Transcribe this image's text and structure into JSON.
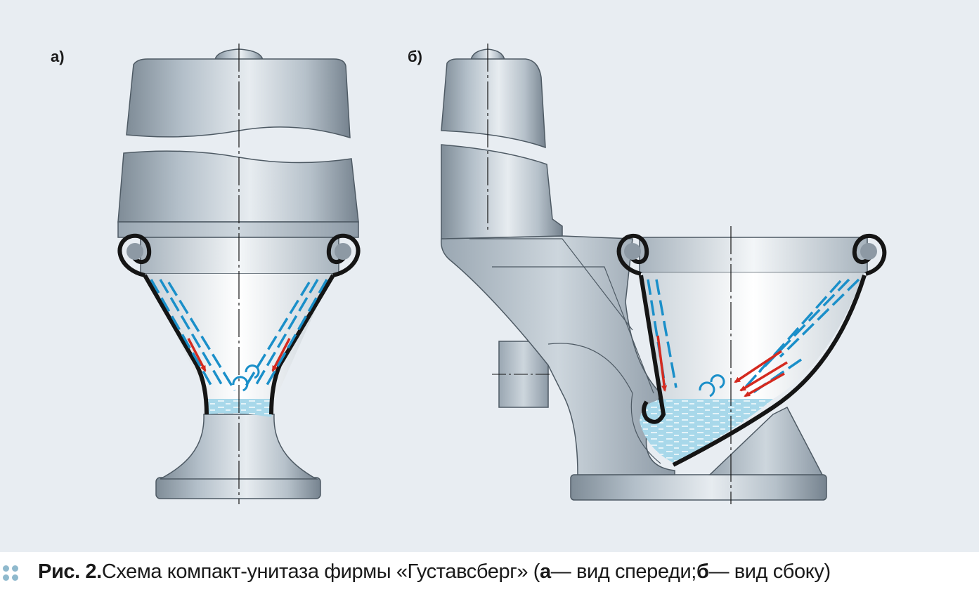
{
  "panels": {
    "a": {
      "label": "а)"
    },
    "b": {
      "label": "б)"
    }
  },
  "caption": {
    "prefix": "Рис. 2.",
    "text": " Схема компакт-унитаза фирмы «Густавсберг» (",
    "view_a_letter": "а",
    "view_a_text": " — вид спереди; ",
    "view_b_letter": "б",
    "view_b_text": " — вид сбоку)"
  },
  "colors": {
    "background": "#e8edf2",
    "porcelain": "#b9c4cd",
    "water": "#a8d8ea",
    "flow_dash": "#1a8fc9",
    "flow_arrow": "#d42a1f",
    "outline": "#151515",
    "caption_dots": "#8fb9cd"
  }
}
